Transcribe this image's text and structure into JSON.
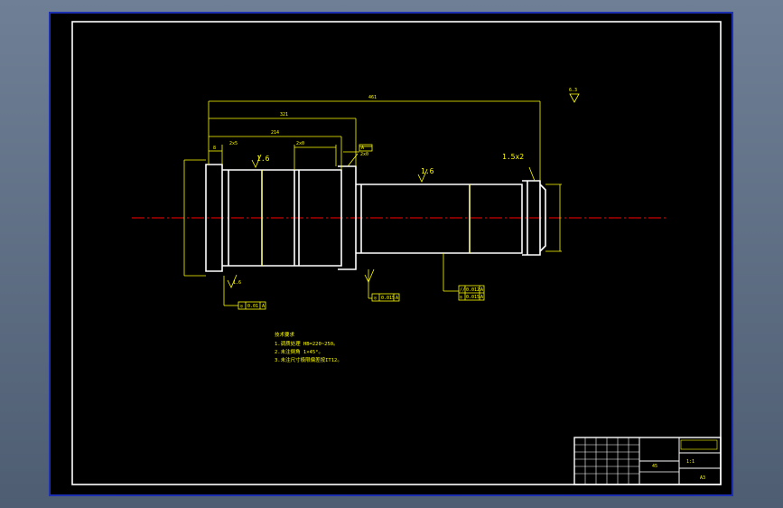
{
  "drawing": {
    "roughness_general": "6.3",
    "roughness_labels": [
      "1.6",
      "1.6",
      "1.6"
    ],
    "chamfer_right": "1.5x2",
    "dims": {
      "total": "461",
      "mid": "321",
      "left": "214",
      "step1": "8",
      "groove": "2x0",
      "chamfer_small": "2x5"
    },
    "tolerance_frames": [
      {
        "sym": "◎",
        "val": "0.01",
        "ref": "A"
      },
      {
        "sym": "◎",
        "val": "0.015",
        "ref": "A"
      },
      {
        "sym": "//",
        "val": "0.012",
        "ref": "A"
      },
      {
        "sym": "◎",
        "val": "0.015",
        "ref": "A"
      }
    ],
    "datum": "A"
  },
  "notes": {
    "title": "技术要求",
    "lines": [
      "1.调质处理 HB=220~250。",
      "2.未注倒角 1×45°。",
      "3.未注尺寸极限偏差按IT12。"
    ]
  },
  "title_block": {
    "part_name": "",
    "material": "45",
    "scale": "1:1",
    "sheet": "A3"
  },
  "colors": {
    "background": "#000000",
    "frame": "#ffffff",
    "dimension": "#ffff00",
    "centerline": "#ff0000",
    "border_blue": "#1c2fb0"
  }
}
